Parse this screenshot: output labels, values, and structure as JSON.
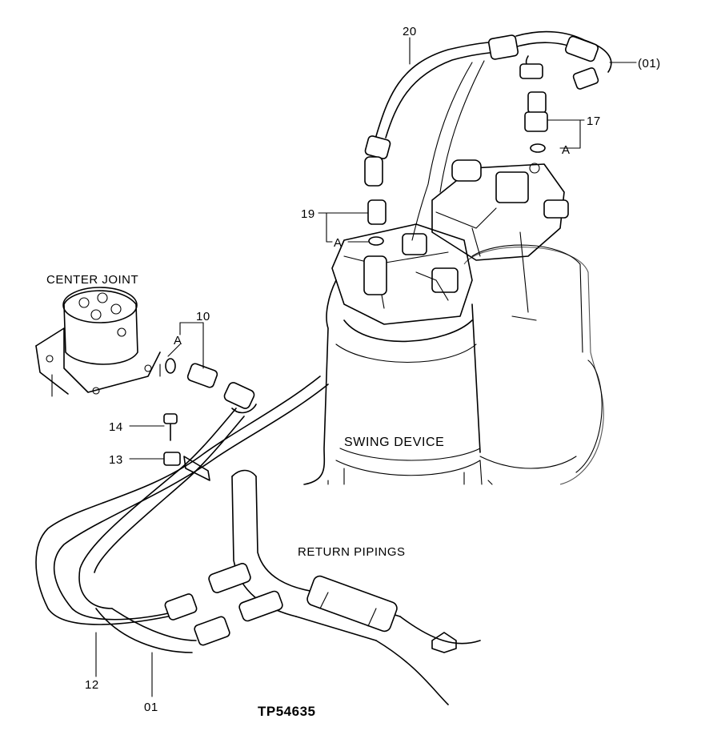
{
  "labels": {
    "center_joint": "CENTER JOINT",
    "swing_device": "SWING DEVICE",
    "return_pipings": "RETURN PIPINGS",
    "figure_code": "TP54635"
  },
  "callouts": {
    "p20": "20",
    "p01_ref": "(01)",
    "p17": "17",
    "a_17": "A",
    "p19": "19",
    "a_19": "A",
    "p10": "10",
    "a_10": "A",
    "p14": "14",
    "p13": "13",
    "p12": "12",
    "p01": "01"
  }
}
